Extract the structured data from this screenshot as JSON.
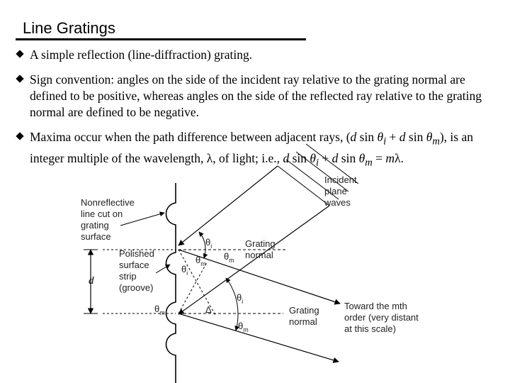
{
  "slide": {
    "title": "Line Gratings",
    "bullets": [
      {
        "text": "A simple reflection (line-diffraction) grating."
      },
      {
        "text": "Sign convention: angles on the side of the incident ray relative to the grating normal are defined to be positive, whereas angles on the side of the reflected ray relative to the grating normal are defined to be negative."
      },
      {
        "p1": "Maxima occur when the path difference between adjacent rays, (",
        "d1": "d",
        "p2": " sin ",
        "t1": "θ",
        "s1": "i",
        "p3": " + ",
        "d2": "d",
        "p4": " sin ",
        "t2": "θ",
        "s2": "m",
        "p5": "), is an integer multiple of the wavelength, λ, of light; i.e., ",
        "d3": "d",
        "p6": " sin ",
        "t3": "θ",
        "s3": "i",
        "p7": " + ",
        "d4": "d",
        "p8": " sin ",
        "t4": "θ",
        "s4": "m",
        "p9": " = ",
        "m": "m",
        "p10": "λ."
      }
    ]
  },
  "diagram": {
    "labels": {
      "incident": [
        "Incident",
        "plane",
        "waves"
      ],
      "nonreflective": [
        "Nonreflective",
        "line cut on",
        "grating",
        "surface"
      ],
      "polished": [
        "Polished",
        "surface",
        "strip",
        "(groove)"
      ],
      "d": "d",
      "grating_normal_1": [
        "Grating",
        "normal"
      ],
      "grating_normal_2": [
        "Grating",
        "normal"
      ],
      "toward": [
        "Toward the mth",
        "order (very distant",
        "at this scale)"
      ],
      "theta": "θ",
      "sub_i": "i",
      "sub_m": "m",
      "delta": "Δ"
    }
  }
}
